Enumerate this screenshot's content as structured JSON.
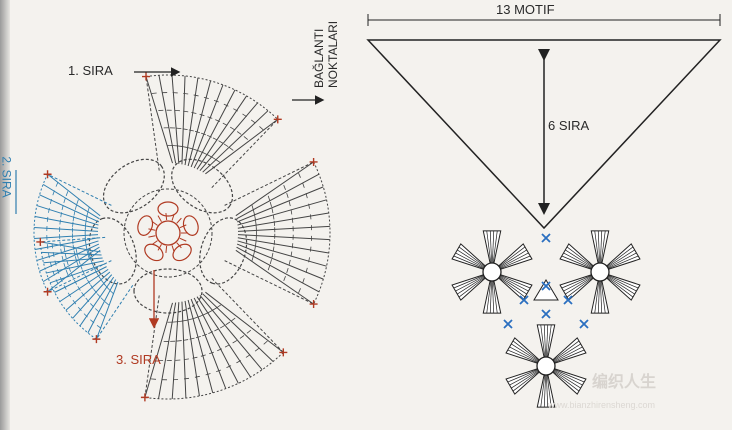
{
  "labels": {
    "sira_1": "1. SIRA",
    "sira_2": "2. SIRA",
    "sira_3": "3. SIRA",
    "baglanti_line1": "BAĞLANTI",
    "baglanti_line2": "NOKTALARI",
    "motif_count": "13 MOTIF",
    "sira_count": "6 SIRA"
  },
  "watermark": {
    "text": "编织人生",
    "url": "www.bianzhirensheng.com"
  },
  "colors": {
    "stitch_dark": "#444444",
    "stitch_red": "#b03a22",
    "stitch_blue": "#2f7fb0",
    "join_mark_blue": "#2a6fc0",
    "arrow_dark": "#222222"
  }
}
